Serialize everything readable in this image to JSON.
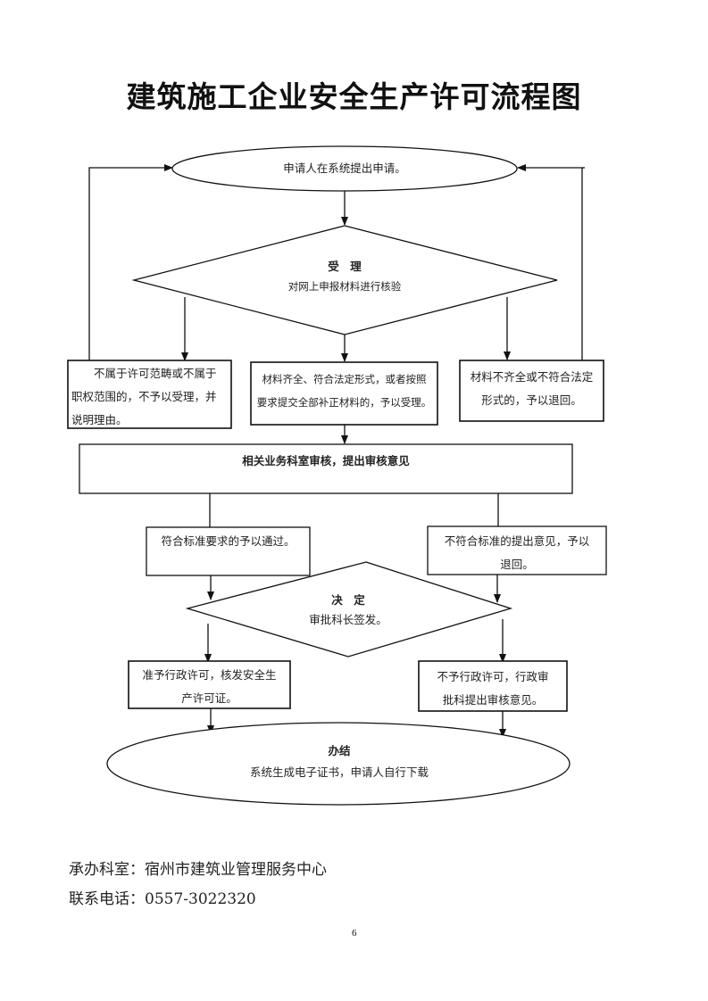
{
  "title": "建筑施工企业安全生产许可流程图",
  "nodes": {
    "start": {
      "text": "申请人在系统提出申请。"
    },
    "accept": {
      "heading": "受　理",
      "text": "对网上申报材料进行核验"
    },
    "reject_scope": {
      "lines": [
        "　　不属于许可范畴或不属于",
        "职权范围的，不予以受理，并",
        "说明理由。"
      ]
    },
    "accepted": {
      "lines": [
        "材料齐全、符合法定形式，或者按照",
        "要求提交全部补正材料的，予以受理。"
      ]
    },
    "returned": {
      "lines": [
        "材料不齐全或不符合法定",
        "形式的，予以退回。"
      ]
    },
    "review": {
      "text": "相关业务科室审核，提出审核意见"
    },
    "pass": {
      "lines": [
        "符合标准要求的予以通过。"
      ]
    },
    "fail": {
      "lines": [
        "不符合标准的提出意见，予以",
        "退回。"
      ]
    },
    "decision": {
      "heading": "决　定",
      "text": "审批科长签发。"
    },
    "grant": {
      "lines": [
        "准予行政许可，核发安全生",
        "产许可证。"
      ]
    },
    "deny": {
      "lines": [
        "不予行政许可，行政审",
        "批科提出审核意见。"
      ]
    },
    "end": {
      "heading": "办结",
      "text": "系统生成电子证书，申请人自行下载"
    }
  },
  "footer": {
    "office_label": "承办科室：",
    "office_value": "宿州市建筑业管理服务中心",
    "phone_label": "联系电话：",
    "phone_value": "0557-3022320"
  },
  "page_number": "6"
}
